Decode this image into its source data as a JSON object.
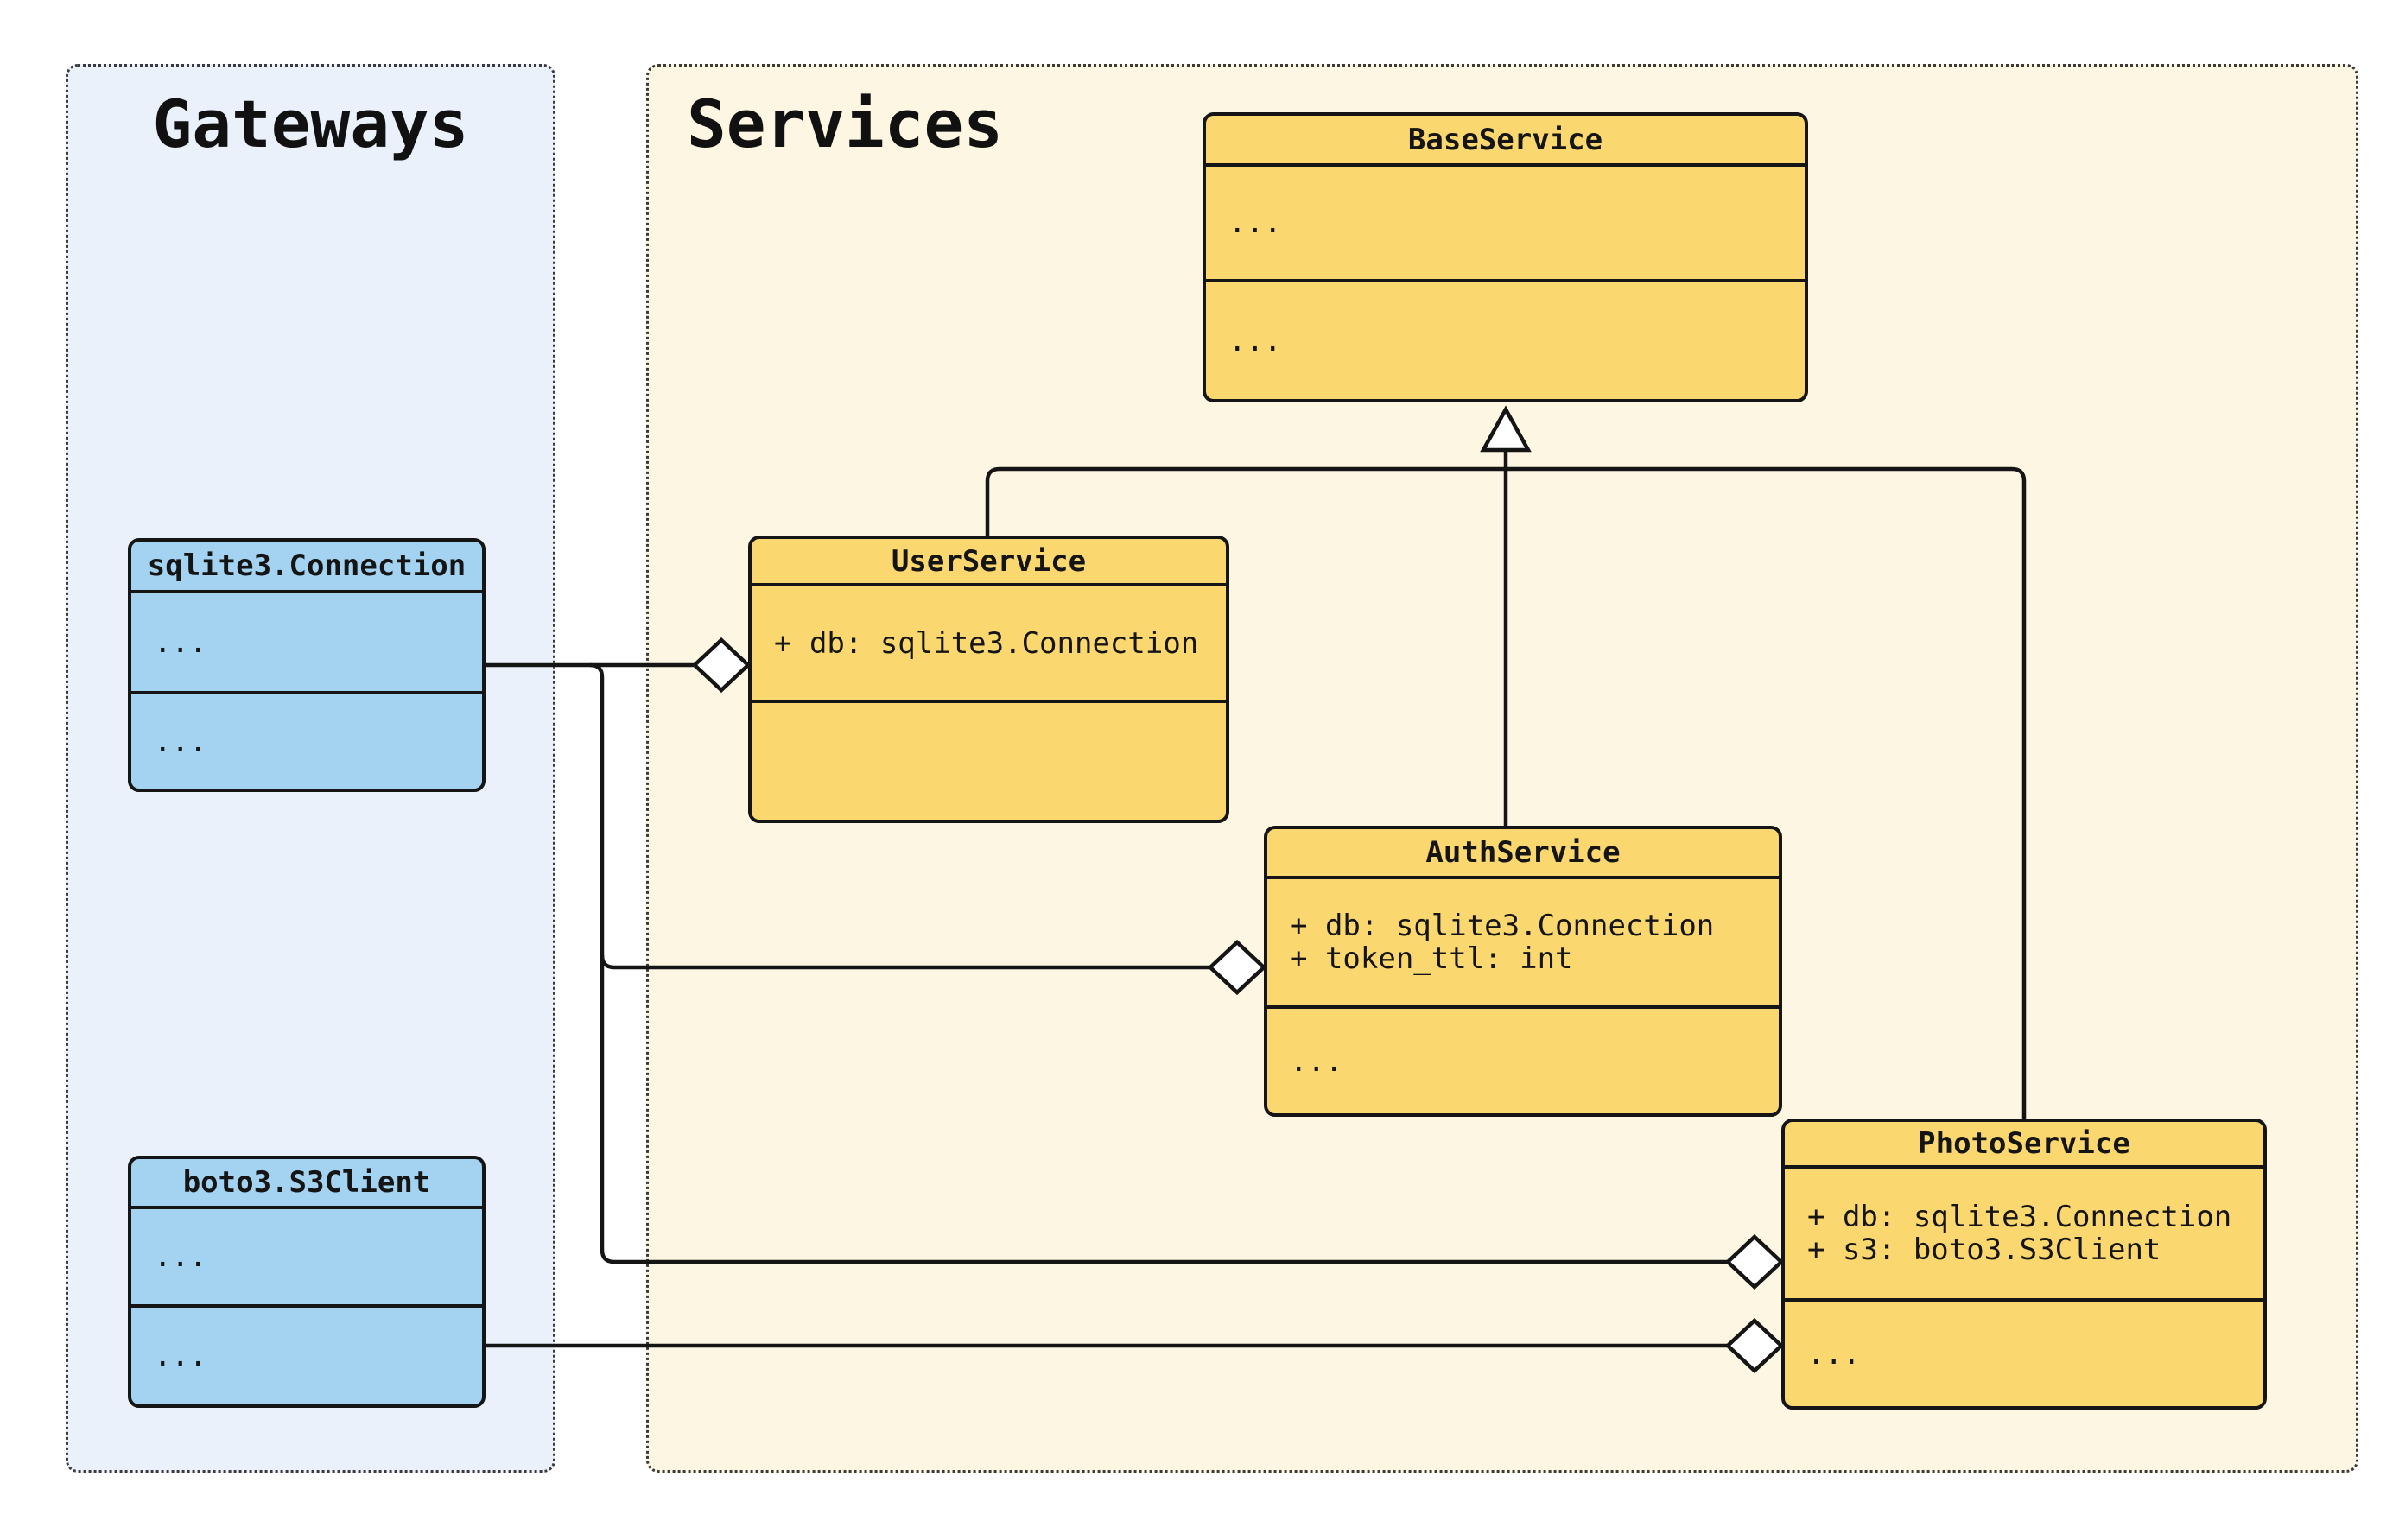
{
  "diagram_type": "uml-class-diagram",
  "groups": {
    "gateways": {
      "title": "Gateways"
    },
    "services": {
      "title": "Services"
    }
  },
  "classes": {
    "sqlite3_connection": {
      "name": "sqlite3.Connection",
      "attributes": [
        "..."
      ],
      "methods": [
        "..."
      ]
    },
    "boto3_s3client": {
      "name": "boto3.S3Client",
      "attributes": [
        "..."
      ],
      "methods": [
        "..."
      ]
    },
    "base_service": {
      "name": "BaseService",
      "attributes": [
        "..."
      ],
      "methods": [
        "..."
      ]
    },
    "user_service": {
      "name": "UserService",
      "attributes": [
        "+ db: sqlite3.Connection"
      ],
      "methods": []
    },
    "auth_service": {
      "name": "AuthService",
      "attributes": [
        "+ db: sqlite3.Connection",
        "+ token_ttl: int"
      ],
      "methods": [
        "..."
      ]
    },
    "photo_service": {
      "name": "PhotoService",
      "attributes": [
        "+ db: sqlite3.Connection",
        "+ s3: boto3.S3Client"
      ],
      "methods": [
        "..."
      ]
    }
  },
  "relationships": [
    {
      "from": "UserService",
      "to": "BaseService",
      "type": "inheritance"
    },
    {
      "from": "AuthService",
      "to": "BaseService",
      "type": "inheritance"
    },
    {
      "from": "PhotoService",
      "to": "BaseService",
      "type": "inheritance"
    },
    {
      "from": "sqlite3.Connection",
      "to": "UserService",
      "type": "aggregation"
    },
    {
      "from": "sqlite3.Connection",
      "to": "AuthService",
      "type": "aggregation"
    },
    {
      "from": "sqlite3.Connection",
      "to": "PhotoService",
      "type": "aggregation"
    },
    {
      "from": "boto3.S3Client",
      "to": "PhotoService",
      "type": "aggregation"
    }
  ],
  "colors": {
    "gateway_fill": "#A4D3F1",
    "service_fill": "#FBD86F",
    "panel_blue": "#EAF1FB",
    "panel_cream": "#FDF6E2",
    "stroke": "#151515"
  }
}
